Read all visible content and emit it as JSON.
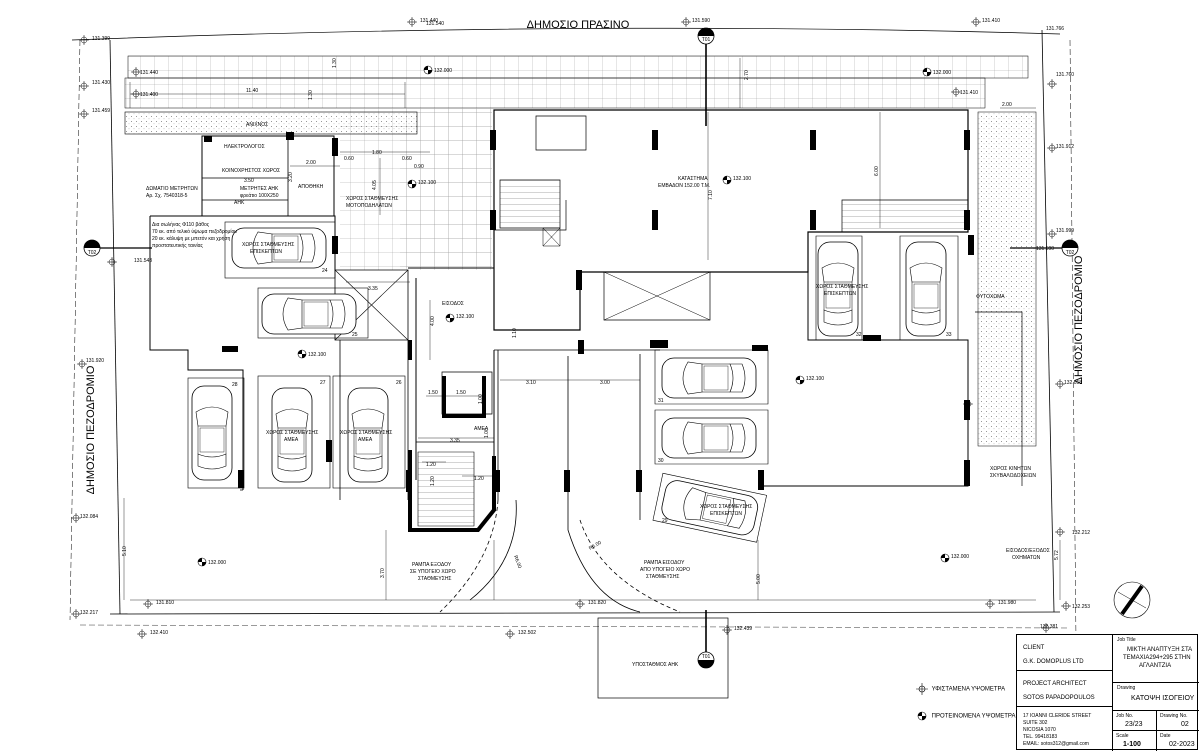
{
  "plan": {
    "title_road_top": "ΔΗΜΟΣΙΟ ΠΡΑΣΙΝΟ",
    "road_left": "ΔΗΜΟΣΙΟ ΠΕΖΟΔΡΟΜΙΟ",
    "road_right": "ΔΗΜΟΣΙΟ ΠΕΖΟΔΡΟΜΙΟ",
    "section_markers": {
      "top": "T01",
      "bottom": "T01",
      "left": "T02",
      "right": "T02"
    },
    "levels": {
      "l1": "131.440",
      "l2": "131.540",
      "l3": "131.590",
      "l4": "131.410",
      "l5": "131.766",
      "l6": "131.399",
      "l7": "131.440",
      "l8": "132.000",
      "l9": "132.000",
      "l10": "131.760",
      "l11": "131.430",
      "l12": "131.400",
      "l13": "131.410",
      "l14": "131.459",
      "l15": "131.912",
      "l16": "132.100",
      "l17": "132.100",
      "l18": "131.999",
      "l19": "131.543",
      "l20": "131.590",
      "l21": "132.100",
      "l22": "132.100",
      "l23": "132.100",
      "l24": "131.920",
      "l25": "132.058",
      "l26": "132.084",
      "l27": "132.000",
      "l28": "132.212",
      "l29": "132.000",
      "l30": "131.810",
      "l31": "131.820",
      "l32": "131.980",
      "l33": "132.217",
      "l34": "132.253",
      "l35": "132.410",
      "l36": "132.502",
      "l37": "132.439",
      "l38": "132.381"
    },
    "labels": {
      "anixnos": "ΑΝΙΧΝΟΣ",
      "ilektrologos": "ΗΛΕΚΤΡΟΛΟΓΟΣ",
      "koinoxristos": "ΚΟΙΝΟΧΡΗΣΤΟΣ ΧΩΡΟΣ",
      "dom_metriton": "ΔΩΜΑΤΙΟ ΜΕΤΡΗΤΩΝ",
      "dom_metriton_2": "Αρ. Σχ. 7540318-5",
      "metrites_ahk": "ΜΕΤΡΗΤΕΣ ΑΗΚ",
      "metrites_ahk_2": "φρεάτιο 100Χ250",
      "ahk": "ΑΗΚ",
      "apothiki": "ΑΠΟΘΗΚΗ",
      "moto": "ΧΩΡΟΣ ΣΤΑΘΜΕΥΣΗΣ",
      "moto_2": "ΜΟΤΟΠΟΔΗΛΑΤΩΝ",
      "katastima": "ΚΑΤΑΣΤΗΜΑ",
      "katastima_2": "ΕΜΒΑΔΟΝ 152.00 Τ.Μ.",
      "note_1": "Δια σωλήνας Φ110 βάθος",
      "note_2": "70 εκ. από τελικό ύψωμα πεζοδρομίου",
      "note_3": "20 εκ. κάλυψη με μπετόν και χρήση",
      "note_4": "προστατευτικής ταινίας",
      "park_ep": "ΧΩΡΟΣ ΣΤΑΘΜΕΥΣΗΣ",
      "park_ep_2": "ΕΠΙΣΚΕΠΤΩΝ",
      "eisodos": "ΕΙΣΟΔΟΣ",
      "park_right": "ΧΩΡΟΣ ΣΤΑΘΜΕΥΣΗΣ",
      "park_right_2": "ΕΠΙΣΚΕΠΤΩΝ",
      "fytoxoma": "ΦΥΤΟΧΩΜΑ",
      "amea_a": "ΧΩΡΟΣ ΣΤΑΘΜΕΥΣΗΣ",
      "amea_a_2": "ΑΜΕΑ",
      "amea_b": "ΧΩΡΟΣ ΣΤΑΘΜΕΥΣΗΣ",
      "amea_b_2": "ΑΜΕΑ",
      "amea_wc": "ΑΜΕΑ",
      "park_29": "ΧΩΡΟΣ ΣΤΑΘΜΕΥΣΗΣ",
      "park_29_2": "ΕΠΙΣΚΕΠΤΩΝ",
      "skyvala": "ΧΩΡΟΣ ΚΙΝΗΤΩΝ",
      "skyvala_2": "ΣΚΥΒΑΛΟΔΟΧΕΙΩΝ",
      "ramp_exit": "ΡΑΜΠΑ ΕΞΟΔΟΥ",
      "ramp_exit_2": "ΣΕ ΥΠΟΓΕΙΟ ΧΩΡΟ",
      "ramp_exit_3": "ΣΤΑΘΜΕΥΣΗΣ",
      "ramp_entry": "ΡΑΜΠΑ ΕΙΣΟΔΟΥ",
      "ramp_entry_2": "ΑΠΟ ΥΠΟΓΕΙΟ ΧΩΡΟ",
      "ramp_entry_3": "ΣΤΑΘΜΕΥΣΗΣ",
      "entry_exit": "ΕΙΣΟΔΟΣ/ΕΞΟΔΟΣ",
      "entry_exit_2": "ΟΧΗΜΑΤΩΝ",
      "ypostathmos": "ΥΠΟΣΤΑΘΜΟΣ ΑΗΚ"
    },
    "spot_numbers": {
      "s24": "24",
      "s25": "25",
      "s26": "26",
      "s27": "27",
      "s28": "28",
      "s29": "29",
      "s30": "30",
      "s31": "31",
      "s32": "32",
      "s33": "33"
    },
    "dims": {
      "d1": "1.30",
      "d2": "11.40",
      "d3": "1.30",
      "d4": "2.70",
      "d5": "2.00",
      "d6": "3.00",
      "d7": "0.60",
      "d8": "1.80",
      "d9": "0.60",
      "d10": "2.00",
      "d11": "3.50",
      "d12": "3.20",
      "d13": "4.05",
      "d14": "0.90",
      "d15": "7.10",
      "d16": "6.00",
      "d17": "3.35",
      "d18": "4.00",
      "d19": "1.50",
      "d20": "1.50",
      "d21": "1.00",
      "d22": "3.10",
      "d23": "3.00",
      "d24": "3.35",
      "d25": "1.00",
      "d26": "1.20",
      "d27": "1.20",
      "d28": "1.20",
      "d29": "1.10",
      "d30": "5.10",
      "d31": "3.70",
      "d32": "R6.00",
      "d33": "R6.00",
      "d34": "5.00",
      "d35": "5.72",
      "d36": "6.00"
    }
  },
  "legend": {
    "existing": "ΥΦΙΣΤΑΜΕΝΑ ΥΨΟΜΕΤΡΑ",
    "proposed": "ΠΡΟΤΕΙΝΟΜΕΝΑ ΥΨΟΜΕΤΡΑ"
  },
  "title_block": {
    "client_label": "CLIENT",
    "client": "G.K. DOMOPLUS LTD",
    "architect_label": "PROJECT ARCHITECT",
    "architect": "SOTOS PAPADOPOULOS",
    "address_1": "17 IOANNI CLERIDE STREET",
    "address_2": "SUITE 302",
    "address_3": "NICOSIA 1070",
    "address_4": "TEL. 99418183",
    "address_5": "EMAIL: sotos312@gmail.com",
    "job_title_label": "Job Title",
    "job_title_1": "ΜΙΚΤΗ ΑΝΑΠΤΥΞΗ ΣΤΑ",
    "job_title_2": "ΤΕΜΑΧΙΑ294+295 ΣΤΗΝ",
    "job_title_3": "ΑΓΛΑΝΤΖΙΑ",
    "drawing_label": "Drawing",
    "drawing": "ΚΑΤΟΨΗ ΙΣΟΓΕΙΟΥ",
    "job_no_label": "Job No.",
    "job_no": "23/23",
    "drawing_no_label": "Drawing No.",
    "drawing_no": "02",
    "scale_label": "Scale",
    "scale": "1-100",
    "date_label": "Date",
    "date": "02-2023"
  }
}
